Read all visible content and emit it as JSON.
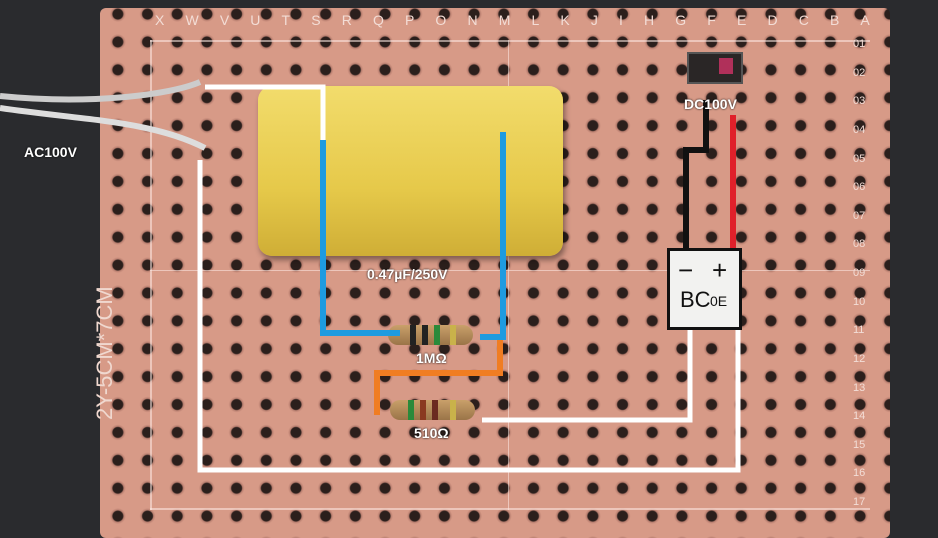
{
  "labels": {
    "ac": "AC100V",
    "dc": "DC100V",
    "capacitor": "0.47µF/250V",
    "r1": "1MΩ",
    "r2": "510Ω"
  },
  "board": {
    "columns": [
      "X",
      "W",
      "V",
      "U",
      "T",
      "S",
      "R",
      "Q",
      "P",
      "O",
      "N",
      "M",
      "L",
      "K",
      "J",
      "I",
      "H",
      "G",
      "F",
      "E",
      "D",
      "C",
      "B",
      "A"
    ],
    "rows": [
      "01",
      "02",
      "03",
      "04",
      "05",
      "06",
      "07",
      "08",
      "09",
      "10",
      "11",
      "12",
      "13",
      "14",
      "15",
      "16",
      "17"
    ],
    "side_print": "2Y-5CM*7CM"
  },
  "bridge": {
    "minus": "−",
    "plus": "+",
    "code": "BC",
    "code_small": "0E"
  },
  "colors": {
    "white": "#ffffff",
    "blue": "#1e9be0",
    "orange": "#f07d22",
    "black": "#111111",
    "red": "#e0202a"
  }
}
